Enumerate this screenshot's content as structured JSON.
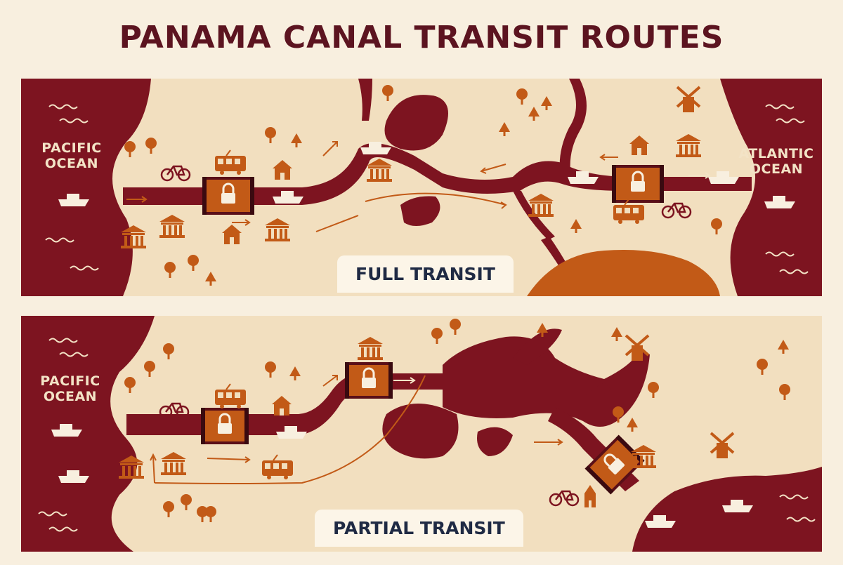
{
  "title": "PANAMA CANAL TRANSIT ROUTES",
  "panels": [
    {
      "id": "full",
      "route_label": "FULL TRANSIT",
      "left_ocean": "PACIFIC\nOCEAN",
      "right_ocean": "ATLANTIC\nOCEAN",
      "lock_count": 2
    },
    {
      "id": "partial",
      "route_label": "PARTIAL TRANSIT",
      "left_ocean": "PACIFIC\nOCEAN",
      "lock_count": 3
    }
  ],
  "colors": {
    "background": "#f8efdf",
    "land": "#f2dfbf",
    "water": "#7d1420",
    "accent": "#c25a17",
    "title": "#5c1420",
    "label_text": "#1f2a44"
  },
  "icons": [
    "lock-icon",
    "ship-icon",
    "tram-icon",
    "bicycle-icon",
    "museum-icon",
    "house-icon",
    "tree-icon",
    "windmill-icon",
    "waves-icon",
    "arrow-icon",
    "church-icon"
  ]
}
